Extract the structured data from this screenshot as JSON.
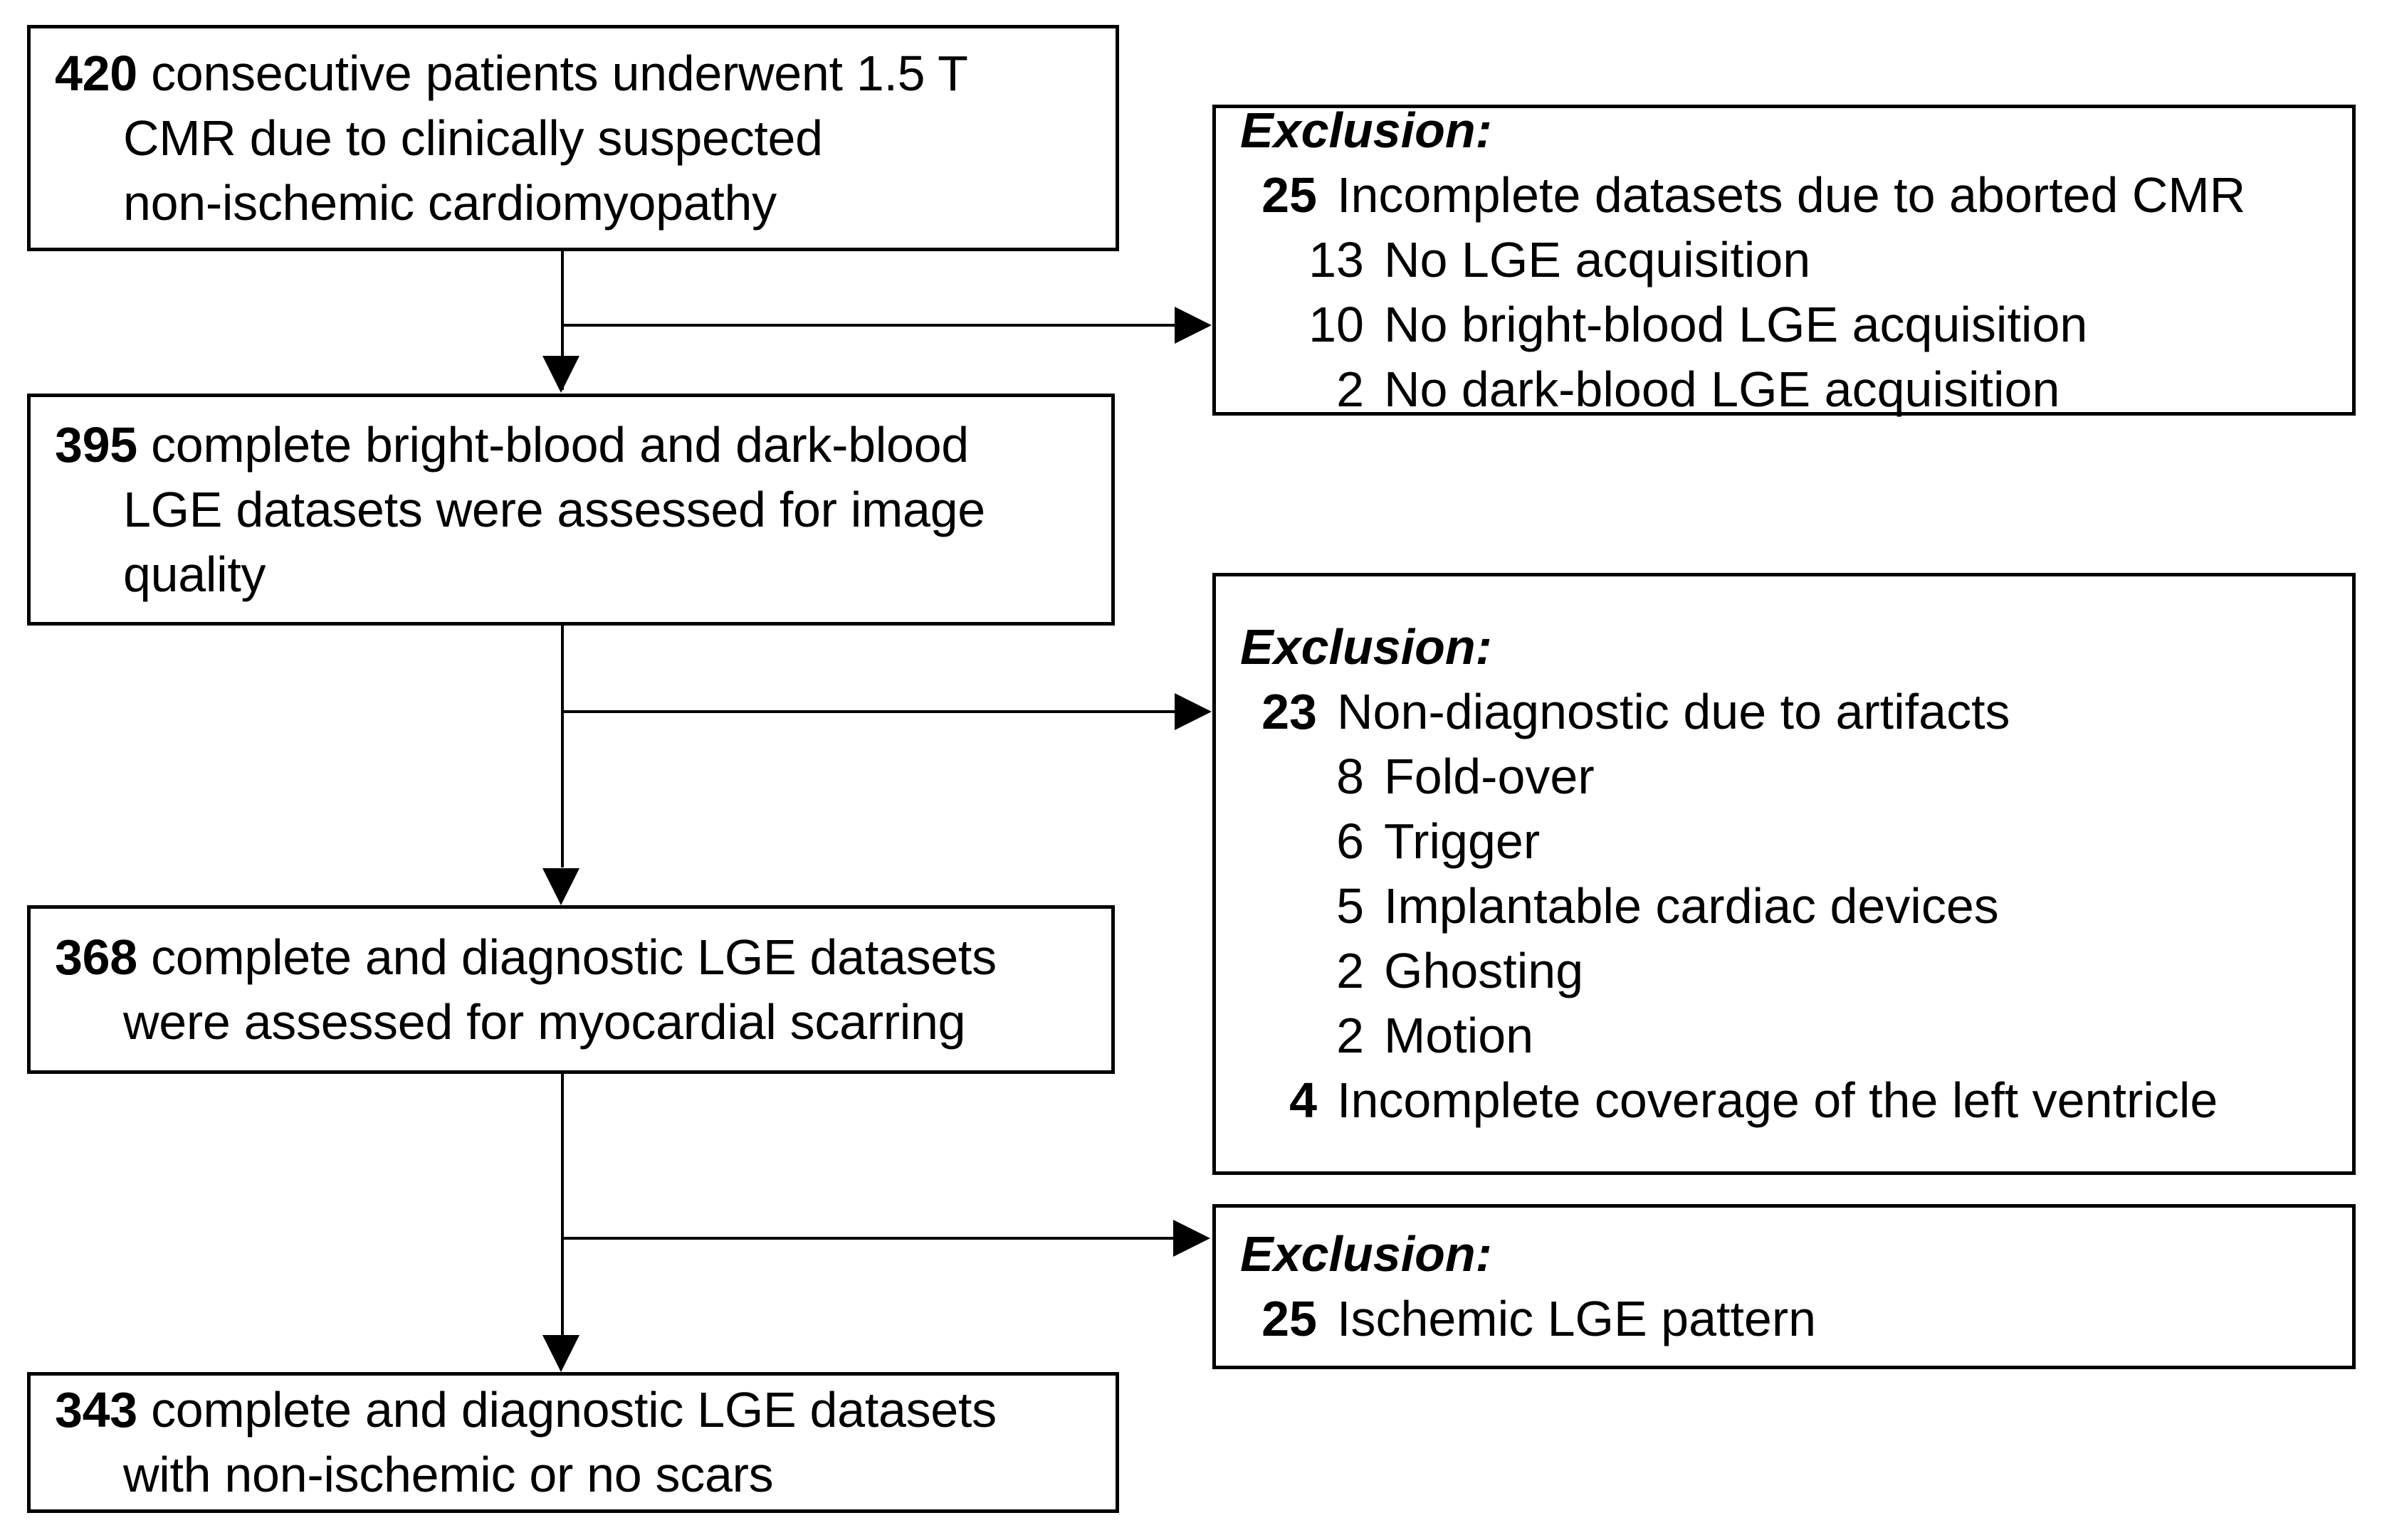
{
  "diagram": {
    "type": "flowchart",
    "title": "CMR patient enrollment and exclusion flowchart",
    "colors": {
      "background": "#ffffff",
      "stroke": "#000000",
      "text": "#000000"
    }
  },
  "main_boxes": [
    {
      "id": "box-420",
      "count": "420",
      "lines": [
        "consecutive patients underwent 1.5 T",
        "CMR due to clinically suspected",
        "non-ischemic cardiomyopathy"
      ]
    },
    {
      "id": "box-395",
      "count": "395",
      "lines": [
        "complete bright-blood and dark-blood",
        "LGE datasets were assessed for image",
        "quality"
      ]
    },
    {
      "id": "box-368",
      "count": "368",
      "lines": [
        "complete and diagnostic LGE datasets",
        "were assessed for myocardial scarring"
      ]
    },
    {
      "id": "box-343",
      "count": "343",
      "lines": [
        "complete and diagnostic LGE datasets",
        "with non-ischemic or no scars"
      ]
    }
  ],
  "exclusion_boxes": [
    {
      "id": "excl-1",
      "title": "Exclusion:",
      "rows": [
        {
          "count": "25",
          "text": "Incomplete datasets due to aborted CMR",
          "bold": true,
          "sub": false
        },
        {
          "count": "13",
          "text": "No LGE acquisition",
          "bold": false,
          "sub": true
        },
        {
          "count": "10",
          "text": "No bright-blood LGE acquisition",
          "bold": false,
          "sub": true
        },
        {
          "count": "2",
          "text": "No dark-blood LGE acquisition",
          "bold": false,
          "sub": true
        }
      ]
    },
    {
      "id": "excl-2",
      "title": "Exclusion:",
      "rows": [
        {
          "count": "23",
          "text": "Non-diagnostic due to artifacts",
          "bold": true,
          "sub": false
        },
        {
          "count": "8",
          "text": "Fold-over",
          "bold": false,
          "sub": true
        },
        {
          "count": "6",
          "text": "Trigger",
          "bold": false,
          "sub": true
        },
        {
          "count": "5",
          "text": "Implantable cardiac devices",
          "bold": false,
          "sub": true
        },
        {
          "count": "2",
          "text": "Ghosting",
          "bold": false,
          "sub": true
        },
        {
          "count": "2",
          "text": "Motion",
          "bold": false,
          "sub": true
        },
        {
          "count": "4",
          "text": "Incomplete coverage of the left ventricle",
          "bold": true,
          "sub": false
        }
      ]
    },
    {
      "id": "excl-3",
      "title": "Exclusion:",
      "rows": [
        {
          "count": "25",
          "text": "Ischemic LGE pattern",
          "bold": true,
          "sub": false
        }
      ]
    }
  ]
}
